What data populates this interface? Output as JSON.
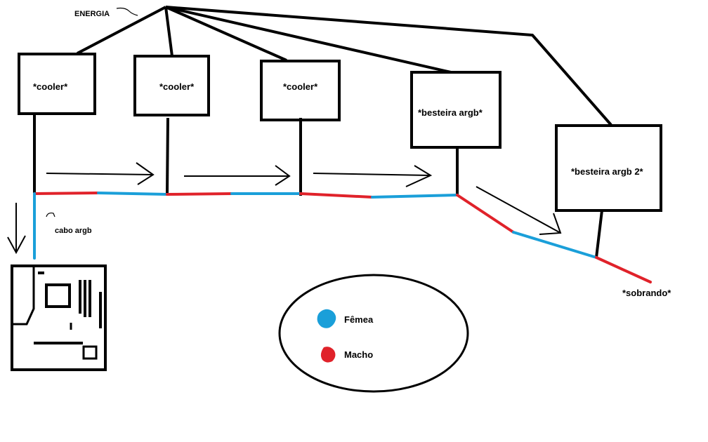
{
  "diagram": {
    "power_label": "ENERGIA",
    "nodes": [
      {
        "id": "cooler1",
        "label": "*cooler*"
      },
      {
        "id": "cooler2",
        "label": "*cooler*"
      },
      {
        "id": "cooler3",
        "label": "*cooler*"
      },
      {
        "id": "strip1",
        "label": "*besteira argb*"
      },
      {
        "id": "strip2",
        "label": "*besteira argb 2*"
      }
    ],
    "cable_label": "cabo argb",
    "leftover_label": "*sobrando*",
    "legend": [
      {
        "label": "Fêmea",
        "color": "#1a9fd9"
      },
      {
        "label": "Macho",
        "color": "#e0222a"
      }
    ],
    "colors": {
      "female": "#1a9fd9",
      "male": "#e0222a",
      "line": "#000000"
    }
  }
}
